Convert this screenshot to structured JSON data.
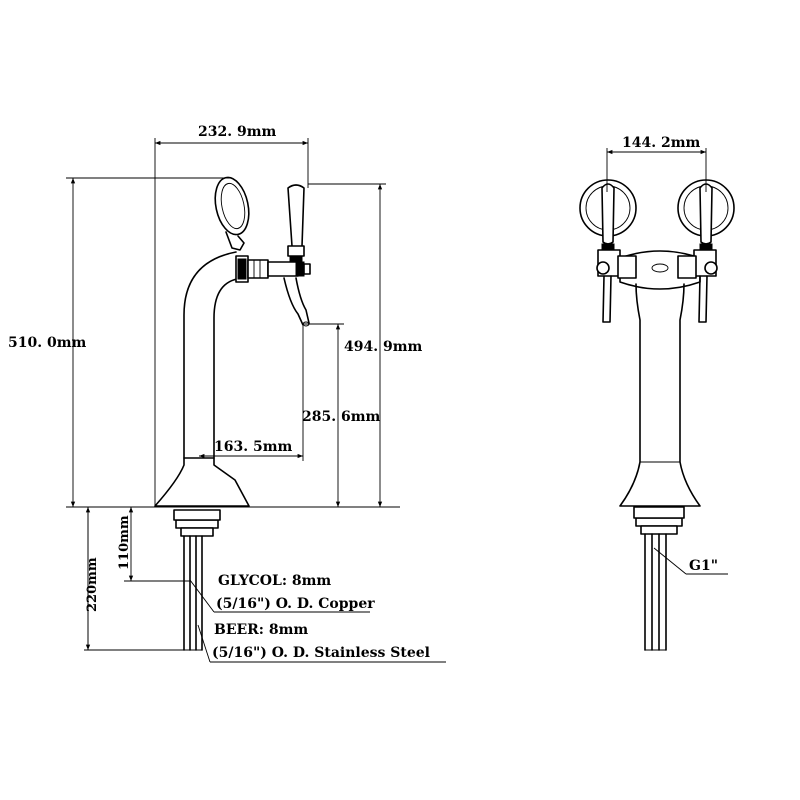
{
  "dimensions": {
    "top_width": "232. 9mm",
    "overall_height": "510. 0mm",
    "faucet_height": "494. 9mm",
    "spout_height": "285. 6mm",
    "spout_reach": "163. 5mm",
    "shank_110": "110mm",
    "shank_220": "220mm",
    "side_width": "144. 2mm"
  },
  "callouts": {
    "glycol": "GLYCOL: 8mm",
    "glycol_spec": "(5/16\") O. D. Copper",
    "beer": "BEER: 8mm",
    "beer_spec": "(5/16\") O. D. Stainless Steel",
    "thread": "G1\""
  }
}
